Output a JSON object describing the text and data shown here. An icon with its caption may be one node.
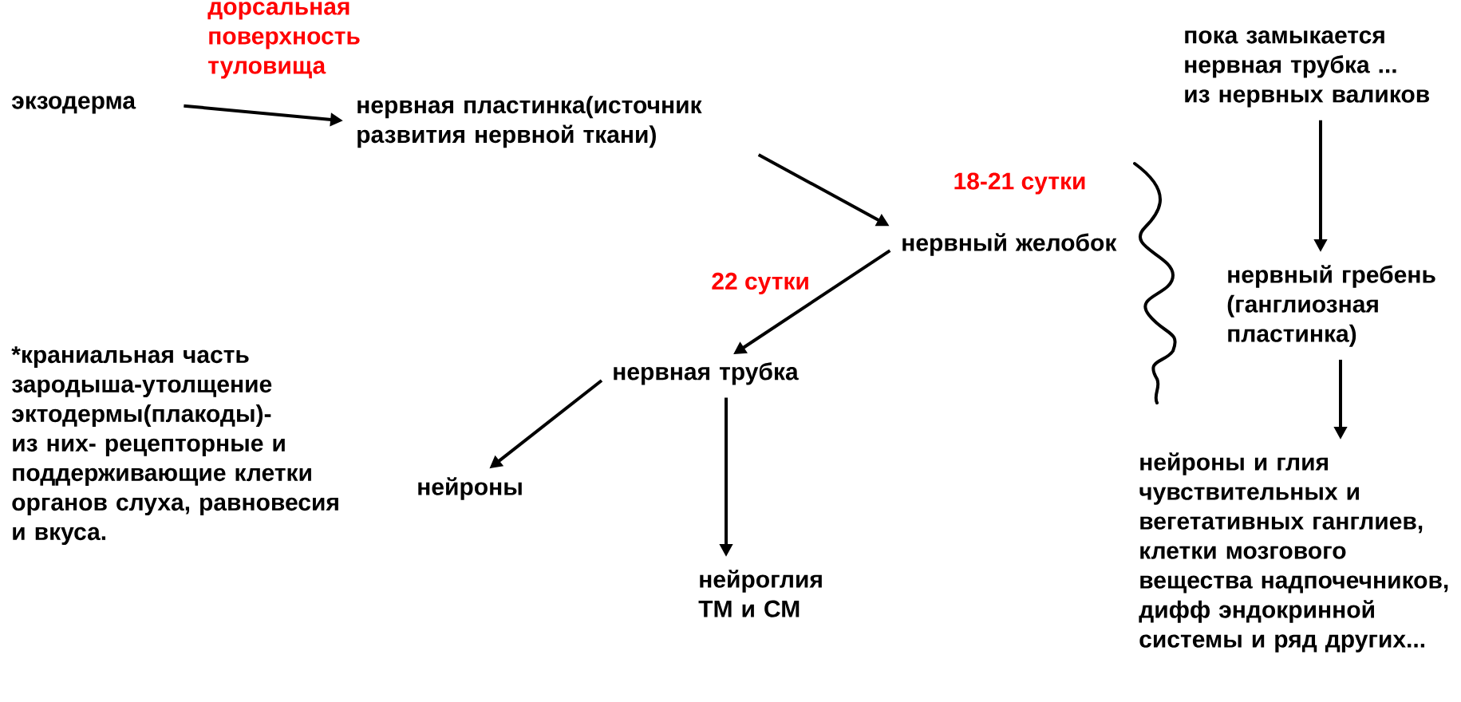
{
  "diagram": {
    "nodes": [
      {
        "text": [
          "экзодерма"
        ]
      },
      {
        "text": [
          "нервная пластинка(источник развития нервной ткани)"
        ]
      },
      {
        "text": [
          "нервный желобок"
        ]
      },
      {
        "text": [
          "нервная трубка"
        ]
      },
      {
        "text": [
          "нейроны"
        ]
      },
      {
        "text": [
          "нейроглия ТМ и СМ"
        ]
      },
      {
        "text": [
          "пока замыкается нервная трубка ... из нервных валиков"
        ]
      },
      {
        "text": [
          "нервный гребень (ганглиозная пластинка)"
        ]
      },
      {
        "text": [
          "нейроны и глия чувствительных и вегетативных ганглиев, клетки мозгового вещества надпочечников, дифф эндокринной системы и ряд других..."
        ]
      }
    ],
    "edges": [
      {
        "from": 0,
        "to": 1,
        "arrow": "to",
        "label": "дорсальная поверхность туловища"
      },
      {
        "from": 1,
        "to": 2,
        "arrow": "to"
      },
      {
        "from": 2,
        "to": 3,
        "arrow": "to",
        "label": "22 сутки"
      },
      {
        "from": 3,
        "to": 4,
        "arrow": "to"
      },
      {
        "from": 3,
        "to": 5,
        "arrow": "to"
      },
      {
        "from": 6,
        "to": 7,
        "arrow": "to"
      },
      {
        "from": 7,
        "to": 8,
        "arrow": "to"
      }
    ],
    "labels": [
      "18-21 сутки",
      "*краниальная часть зародыша-утолщение эктодермы(плакоды)- из них- рецепторные и поддерживающие клетки органов слуха, равновесия и вкуса."
    ]
  }
}
